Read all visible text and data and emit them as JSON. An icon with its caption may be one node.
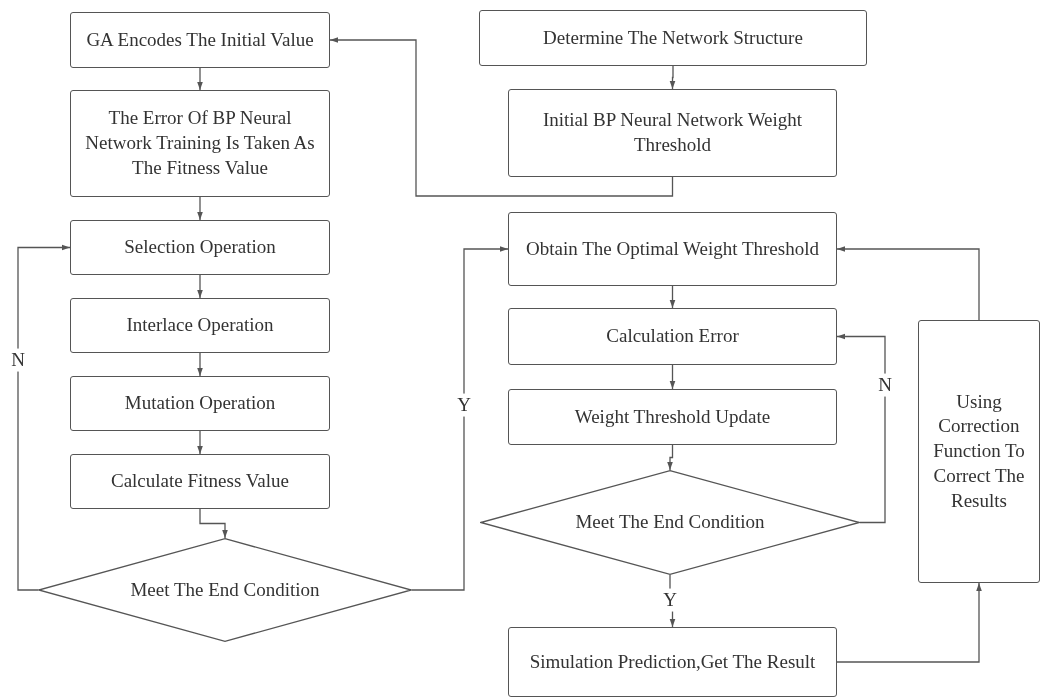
{
  "diagram": {
    "nodes": [
      {
        "text": [
          "GA Encodes The Initial Value"
        ]
      },
      {
        "text": [
          "The Error Of BP Neural Network Training Is Taken As The Fitness Value"
        ]
      },
      {
        "text": [
          "Selection Operation"
        ]
      },
      {
        "text": [
          "Interlace Operation"
        ]
      },
      {
        "text": [
          "Mutation Operation"
        ]
      },
      {
        "text": [
          "Calculate Fitness Value"
        ]
      },
      {
        "text": [
          "Meet The End Condition"
        ]
      },
      {
        "text": [
          "Determine The Network Structure"
        ]
      },
      {
        "text": [
          "Initial BP Neural Network Weight Threshold"
        ]
      },
      {
        "text": [
          "Obtain The Optimal Weight Threshold"
        ]
      },
      {
        "text": [
          "Calculation Error"
        ]
      },
      {
        "text": [
          "Weight Threshold Update"
        ]
      },
      {
        "text": [
          "Meet The End Condition"
        ]
      },
      {
        "text": [
          "Simulation Prediction,Get The Result"
        ]
      },
      {
        "text": [
          "Using Correction Function To Correct The Results"
        ]
      }
    ],
    "edges": [
      {
        "from": 0,
        "to": 1,
        "arrow": "to"
      },
      {
        "from": 1,
        "to": 2,
        "arrow": "to"
      },
      {
        "from": 2,
        "to": 3,
        "arrow": "to"
      },
      {
        "from": 3,
        "to": 4,
        "arrow": "to"
      },
      {
        "from": 4,
        "to": 5,
        "arrow": "to"
      },
      {
        "from": 5,
        "to": 6,
        "arrow": "to"
      },
      {
        "from": 6,
        "to": 2,
        "label": "N",
        "arrow": "to"
      },
      {
        "from": 6,
        "to": 9,
        "label": "Y",
        "arrow": "to"
      },
      {
        "from": 7,
        "to": 8,
        "arrow": "to"
      },
      {
        "from": 8,
        "to": 0,
        "arrow": "to"
      },
      {
        "from": 9,
        "to": 10,
        "arrow": "to"
      },
      {
        "from": 10,
        "to": 11,
        "arrow": "to"
      },
      {
        "from": 11,
        "to": 12,
        "arrow": "to"
      },
      {
        "from": 12,
        "to": 10,
        "label": "N",
        "arrow": "to"
      },
      {
        "from": 12,
        "to": 13,
        "label": "Y",
        "arrow": "to"
      },
      {
        "from": 13,
        "to": 14,
        "arrow": "to"
      },
      {
        "from": 14,
        "to": 9,
        "arrow": "to"
      }
    ]
  }
}
